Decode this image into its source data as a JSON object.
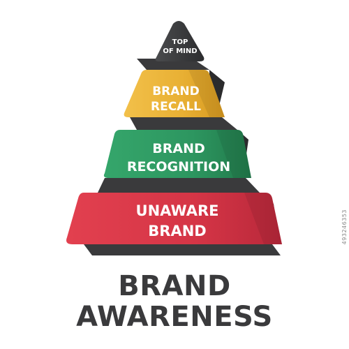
{
  "tiers": [
    {
      "line1": "TOP",
      "line2": "OF MIND",
      "color": "#3b3c3e"
    },
    {
      "line1": "BRAND",
      "line2": "RECALL",
      "color": "#f0b93d"
    },
    {
      "line1": "BRAND",
      "line2": "RECOGNITION",
      "color": "#2f9a62"
    },
    {
      "line1": "UNAWARE",
      "line2": "BRAND",
      "color": "#d93a4c"
    }
  ],
  "title": {
    "line1": "BRAND",
    "line2": "AWARENESS"
  },
  "stock_id": "493246353",
  "colors": {
    "ribbon": "#3a3a3c",
    "title": "#3a3a3c"
  }
}
